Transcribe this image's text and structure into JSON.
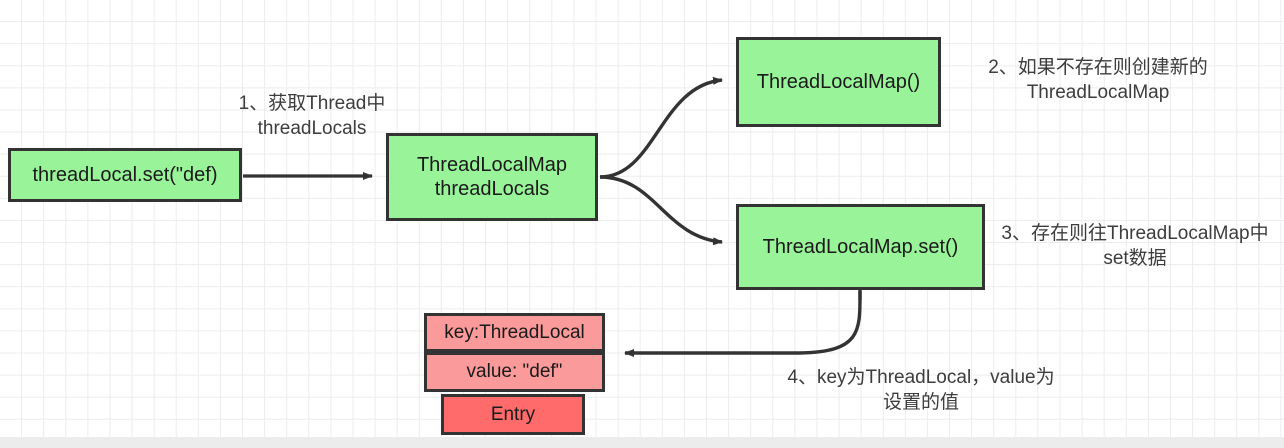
{
  "diagram": {
    "title": "ThreadLocal set flow",
    "colors": {
      "node_green": "#99f399",
      "node_pink": "#fa9a9a",
      "node_red": "#ff6b6b",
      "border": "#333333",
      "grid": "#ececec",
      "text": "#1a1a1a"
    },
    "nodes": {
      "thread_local_set": "threadLocal.set(\"def)",
      "thread_locals": "ThreadLocalMap\nthreadLocals",
      "thread_local_map_new": "ThreadLocalMap()",
      "thread_local_map_set": "ThreadLocalMap.set()",
      "entry_key": "key:ThreadLocal",
      "entry_value": "value: \"def\"",
      "entry_name": "Entry"
    },
    "notes": {
      "step1": "1、获取Thread中\nthreadLocals",
      "step2": "2、如果不存在则创建新的\nThreadLocalMap",
      "step3": "3、存在则往ThreadLocalMap中\nset数据",
      "step4": "4、key为ThreadLocal，value为\n设置的值"
    }
  }
}
